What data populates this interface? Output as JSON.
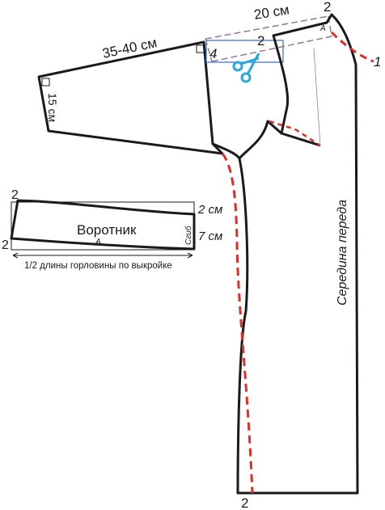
{
  "diagram": {
    "labels": {
      "sleeve_length": "35-40 см",
      "cuff_width": "15 см",
      "shoulder_ext": "20 см",
      "point_2_top": "2",
      "point_2_inner": "2",
      "point_4": "4",
      "point_1": "1",
      "point_a_shoulder": "A",
      "center_front": "Середина переда",
      "hem_point": "2"
    },
    "collar": {
      "title": "Воротник",
      "point_2_left_top": "2",
      "point_2_left_bottom": "2",
      "right_top": "2 см",
      "right_bottom": "7 см",
      "fold_mark": "Сгиб",
      "point_a": "A",
      "width_note": "1/2 длины горловины по выкройке"
    },
    "colors": {
      "outline": "#1a1a1a",
      "dashed_red": "#d9302a",
      "guide_blue": "#3a66c8",
      "guide_purple": "#8a7a9a",
      "scissors": "#2aa8d8"
    }
  }
}
